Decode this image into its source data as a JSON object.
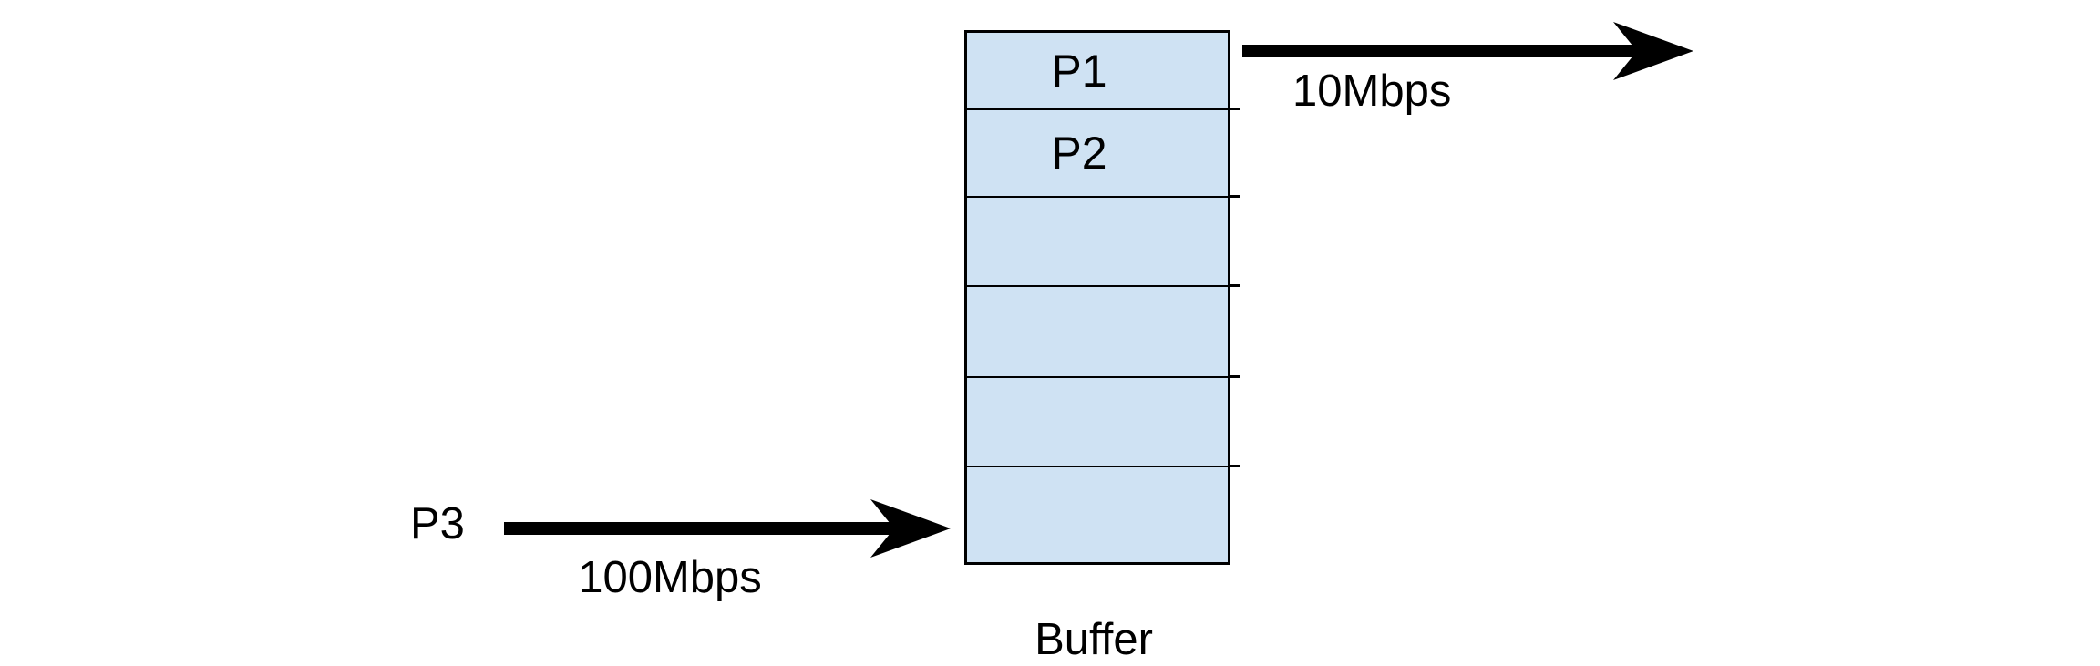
{
  "diagram": {
    "type": "router-output-port-buffer",
    "buffer": {
      "label": "Buffer",
      "capacity_cells": 6,
      "cells": [
        "P1",
        "P2",
        "",
        "",
        "",
        ""
      ]
    },
    "links": {
      "outgoing": {
        "rate": "10Mbps",
        "direction": "right"
      },
      "incoming": {
        "packet_label": "P3",
        "rate": "100Mbps",
        "direction": "right"
      }
    },
    "colors": {
      "cell_fill": "#cfe2f3",
      "line": "#000000",
      "background": "#ffffff"
    }
  }
}
